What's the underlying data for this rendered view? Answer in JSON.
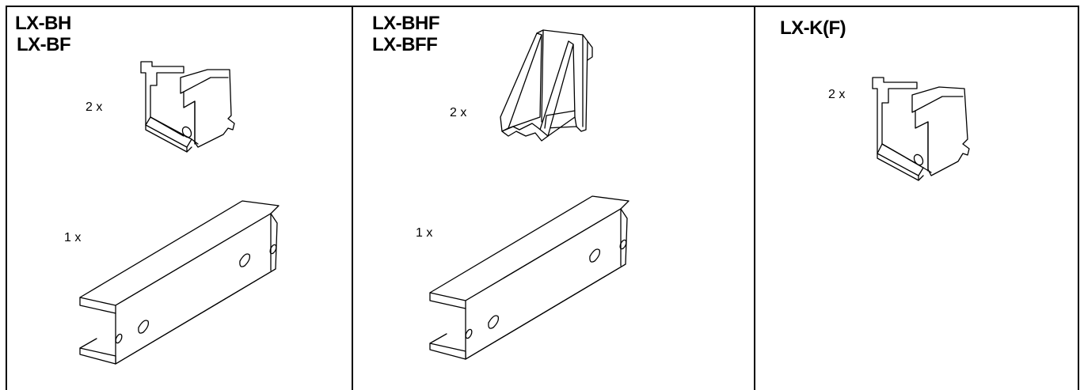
{
  "panels": [
    {
      "titles": [
        "LX-BH",
        "LX-BF"
      ],
      "parts": [
        {
          "quantity_label": "2 x",
          "part_icon": "u-bracket-icon"
        },
        {
          "quantity_label": "1 x",
          "part_icon": "channel-rail-icon"
        }
      ]
    },
    {
      "titles": [
        "LX-BHF",
        "LX-BFF"
      ],
      "parts": [
        {
          "quantity_label": "2 x",
          "part_icon": "triangular-bracket-icon"
        },
        {
          "quantity_label": "1 x",
          "part_icon": "channel-rail-icon"
        }
      ]
    },
    {
      "titles": [
        "LX-K(F)"
      ],
      "parts": [
        {
          "quantity_label": "2 x",
          "part_icon": "u-bracket-icon"
        }
      ]
    }
  ],
  "line_color": "#000000",
  "background_color": "#ffffff"
}
